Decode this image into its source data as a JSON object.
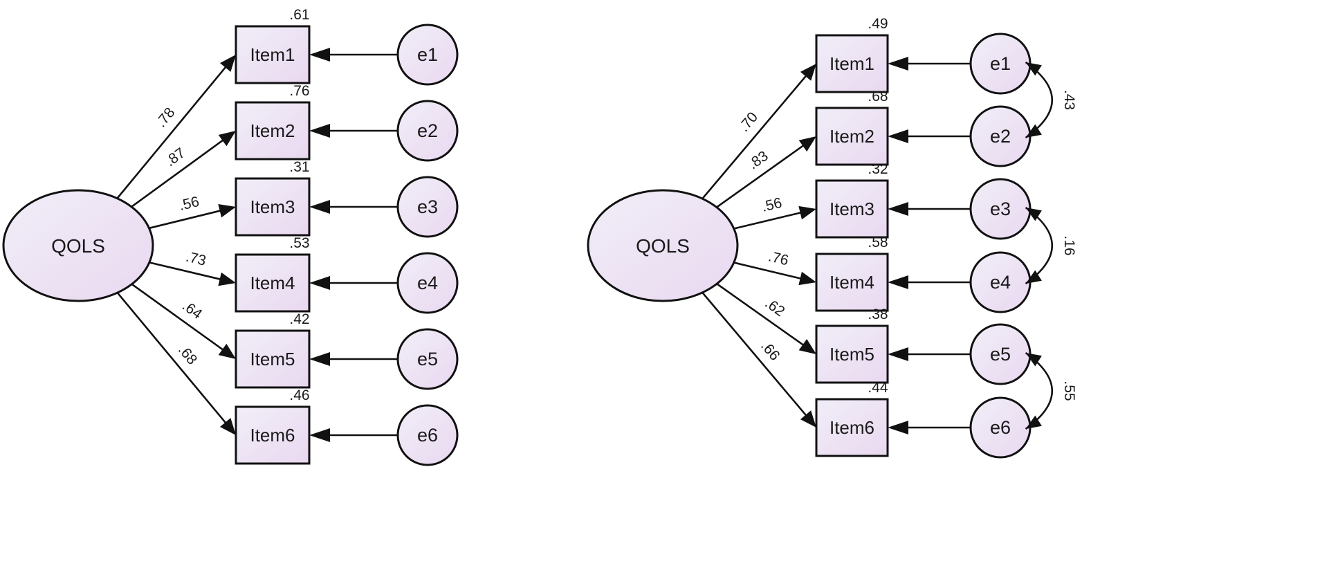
{
  "colors": {
    "stroke": "#111111",
    "fill_light": "#f1eef8",
    "fill_tint": "#e9d8f0"
  },
  "models": [
    {
      "latent": "QOLS",
      "items": [
        {
          "label": "Item1",
          "r2": ".61",
          "loading": ".78",
          "error": "e1"
        },
        {
          "label": "Item2",
          "r2": ".76",
          "loading": ".87",
          "error": "e2"
        },
        {
          "label": "Item3",
          "r2": ".31",
          "loading": ".56",
          "error": "e3"
        },
        {
          "label": "Item4",
          "r2": ".53",
          "loading": ".73",
          "error": "e4"
        },
        {
          "label": "Item5",
          "r2": ".42",
          "loading": ".64",
          "error": "e5"
        },
        {
          "label": "Item6",
          "r2": ".46",
          "loading": ".68",
          "error": "e6"
        }
      ],
      "covariances": []
    },
    {
      "latent": "QOLS",
      "items": [
        {
          "label": "Item1",
          "r2": ".49",
          "loading": ".70",
          "error": "e1"
        },
        {
          "label": "Item2",
          "r2": ".68",
          "loading": ".83",
          "error": "e2"
        },
        {
          "label": "Item3",
          "r2": ".32",
          "loading": ".56",
          "error": "e3"
        },
        {
          "label": "Item4",
          "r2": ".58",
          "loading": ".76",
          "error": "e4"
        },
        {
          "label": "Item5",
          "r2": ".38",
          "loading": ".62",
          "error": "e5"
        },
        {
          "label": "Item6",
          "r2": ".44",
          "loading": ".66",
          "error": "e6"
        }
      ],
      "covariances": [
        {
          "from": "e1",
          "to": "e2",
          "value": ".43"
        },
        {
          "from": "e3",
          "to": "e4",
          "value": ".16"
        },
        {
          "from": "e5",
          "to": "e6",
          "value": ".55"
        }
      ]
    }
  ]
}
